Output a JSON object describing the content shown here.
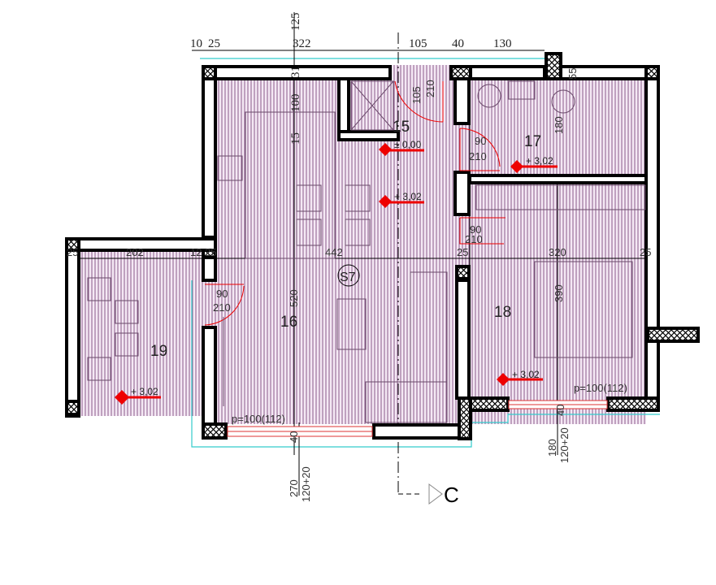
{
  "top_dimensions": {
    "d1": "10",
    "d2": "25",
    "d3": "322",
    "d4": "105",
    "d5": "40",
    "d6": "130",
    "vertical_top": "125"
  },
  "interior_dimensions": {
    "wall_31": "31",
    "d100": "100",
    "d15": "15",
    "door_main_w": "105",
    "door_main_h": "210",
    "d55": "55",
    "d180_17": "180",
    "d442": "442",
    "d520": "520",
    "d320": "320",
    "d390": "390",
    "d25_a": "25",
    "d25_b": "25",
    "d25_c": "25",
    "d202": "202",
    "d12": "12",
    "d25_d": "25"
  },
  "doors": [
    {
      "w": "90",
      "h": "210"
    },
    {
      "w": "90",
      "h": "210"
    },
    {
      "w": "90",
      "h": "210"
    }
  ],
  "rooms": {
    "r15": "15",
    "r16": "16",
    "r17": "17",
    "r18": "18",
    "r19": "19",
    "apartment": "S7"
  },
  "levels": {
    "l15": "± 0,00",
    "l_hall": "+ 3,02",
    "l17": "+ 3,02",
    "l18": "+ 3,02",
    "l19": "+ 3,02"
  },
  "windows": [
    {
      "parapet": "p=100(112)",
      "sill": "40",
      "width": "270",
      "height": "120+20"
    },
    {
      "parapet": "p=100(112)",
      "sill": "40",
      "width": "180",
      "height": "120+20"
    }
  ],
  "section_marker": "C",
  "colors": {
    "hatch_bg": "#f4e8f4",
    "hatch_line": "#7a507a",
    "level_marker": "#e00000",
    "outline": "#33cccc"
  }
}
